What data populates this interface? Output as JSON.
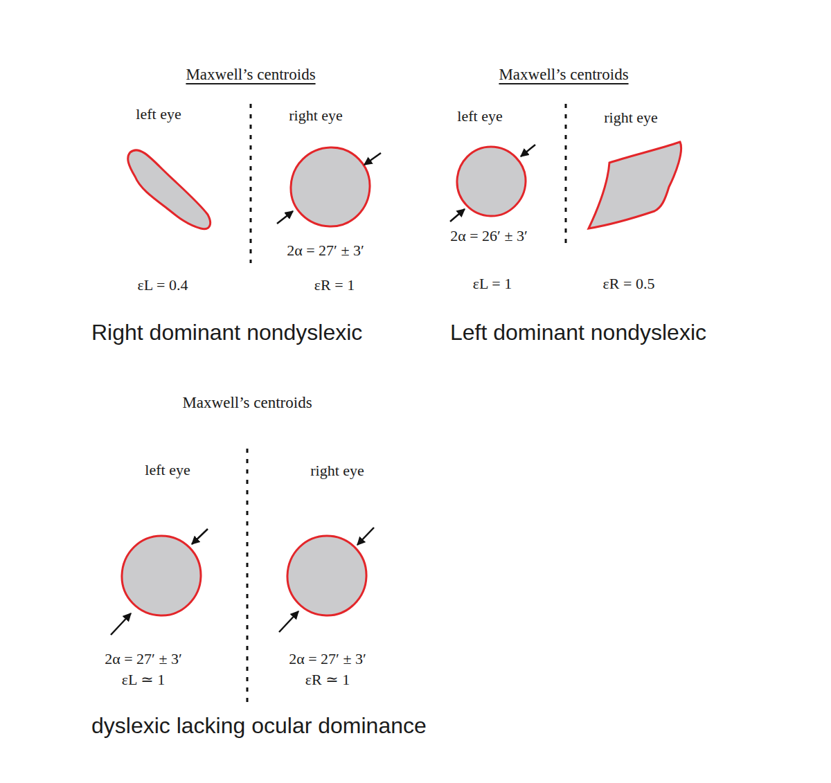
{
  "diagram": {
    "labels": [
      "Maxwell’s centroids",
      "left eye",
      "right eye",
      "2α = 27′ ± 3′",
      "εL = 0.4",
      "εR = 1",
      "Right dominant nondyslexic",
      "Maxwell’s centroids",
      "left eye",
      "right eye",
      "2α = 26′ ± 3′",
      "εL = 1",
      "εR = 0.5",
      "Left dominant nondyslexic",
      "Maxwell’s centroids",
      "left eye",
      "right eye",
      "2α = 27′ ± 3′",
      "εL ≃ 1",
      "2α = 27′ ± 3′",
      "εR ≃ 1",
      "dyslexic lacking ocular dominance"
    ]
  }
}
